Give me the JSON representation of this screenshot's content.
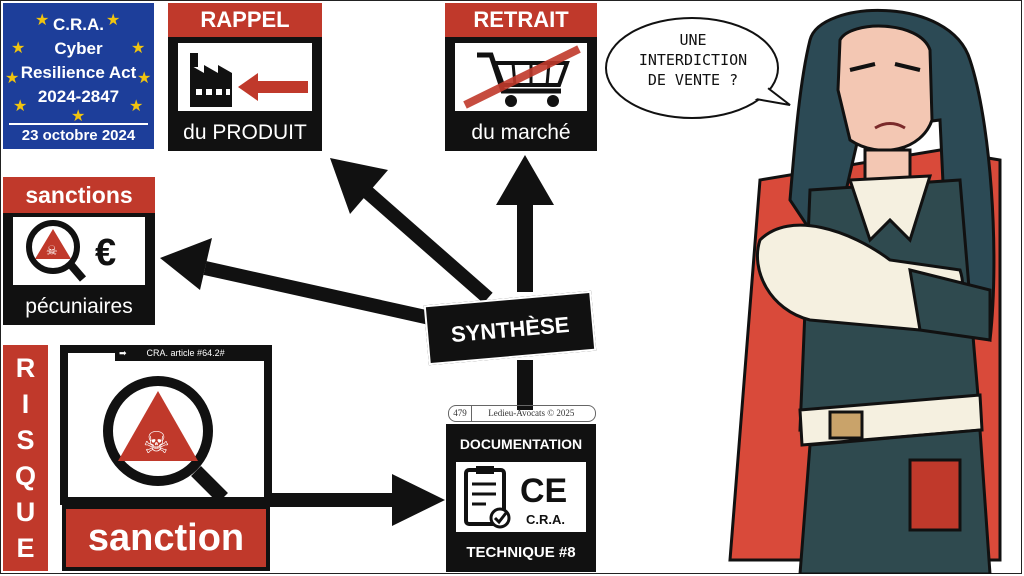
{
  "eu_badge": {
    "line1": "C.R.A.",
    "line2": "Cyber",
    "line3": "Resilience Act",
    "line4": "2024-2847",
    "date": "23 octobre 2024"
  },
  "rappel": {
    "title": "RAPPEL",
    "subtitle": "du PRODUIT"
  },
  "retrait": {
    "title": "RETRAIT",
    "subtitle": "du marché"
  },
  "sanctions": {
    "title": "sanctions",
    "subtitle": "pécuniaires",
    "currency": "€"
  },
  "synthese": {
    "label": "SYNTHÈSE"
  },
  "bubble": {
    "line1": "UNE",
    "line2": "INTERDICTION",
    "line3": "DE VENTE ?"
  },
  "risque": {
    "letters": [
      "R",
      "I",
      "S",
      "Q",
      "U",
      "E"
    ],
    "tag": "CRA. article  #64.2#",
    "label": "sanction"
  },
  "doc": {
    "page_number": "479",
    "credit": "Ledieu-Avocats  ©  2025",
    "top": "DOCUMENTATION",
    "ce": "CE",
    "cra": "C.R.A.",
    "bottom": "TECHNIQUE #8"
  },
  "colors": {
    "red": "#c0392b",
    "eu_blue": "#1d3e9a",
    "black": "#111111",
    "star": "#f1c40f"
  }
}
